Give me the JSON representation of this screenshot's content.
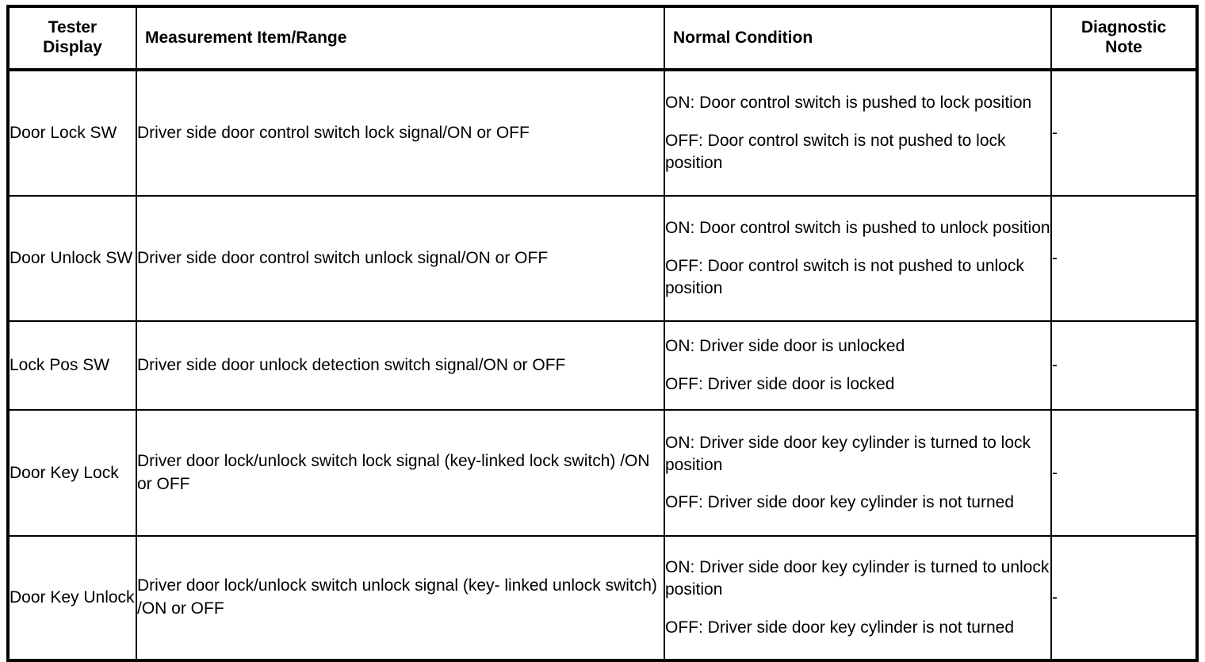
{
  "table": {
    "columns": [
      {
        "key": "tester_display",
        "label": "Tester\nDisplay",
        "align": "center"
      },
      {
        "key": "measurement_item_range",
        "label": "Measurement Item/Range",
        "align": "left"
      },
      {
        "key": "normal_condition",
        "label": "Normal Condition",
        "align": "left"
      },
      {
        "key": "diagnostic_note",
        "label": "Diagnostic\nNote",
        "align": "center"
      }
    ],
    "headers": {
      "tester_display_line1": "Tester",
      "tester_display_line2": "Display",
      "measurement_item_range": "Measurement Item/Range",
      "normal_condition": "Normal Condition",
      "diagnostic_note_line1": "Diagnostic",
      "diagnostic_note_line2": "Note"
    },
    "rows": [
      {
        "tester_display": "Door Lock SW",
        "measurement_item_range": "Driver side door control switch lock signal/ON or OFF",
        "condition_on": "ON: Door control switch is pushed to lock position",
        "condition_off": "OFF: Door control switch is not pushed to lock position",
        "diagnostic_note": "-"
      },
      {
        "tester_display": "Door Unlock SW",
        "measurement_item_range": "Driver side door control switch unlock signal/ON or OFF",
        "condition_on": "ON: Door control switch is pushed to unlock position",
        "condition_off": "OFF: Door control switch is not pushed to unlock position",
        "diagnostic_note": "-"
      },
      {
        "tester_display": "Lock Pos SW",
        "measurement_item_range": "Driver side door unlock detection switch signal/ON or OFF",
        "condition_on": "ON: Driver side door is unlocked",
        "condition_off": "OFF: Driver side door is locked",
        "diagnostic_note": "-"
      },
      {
        "tester_display": "Door Key Lock",
        "measurement_item_range": "Driver door lock/unlock switch lock signal (key-linked lock switch) /ON or OFF",
        "condition_on": "ON: Driver side door key cylinder is turned to lock position",
        "condition_off": "OFF: Driver side door key cylinder is not turned",
        "diagnostic_note": "-"
      },
      {
        "tester_display": "Door Key Unlock",
        "measurement_item_range": "Driver door lock/unlock switch unlock signal (key- linked unlock switch) /ON or OFF",
        "condition_on": "ON: Driver side door key cylinder is turned to unlock position",
        "condition_off": "OFF: Driver side door key cylinder is not turned",
        "diagnostic_note": "-"
      }
    ]
  },
  "colors": {
    "border": "#000000",
    "text": "#000000",
    "background": "#ffffff"
  }
}
